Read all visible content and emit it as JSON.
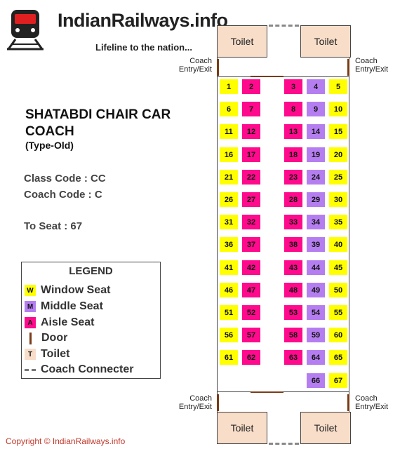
{
  "header": {
    "site_title": "IndianRailways.info",
    "tagline": "Lifeline to the nation..."
  },
  "coach_info": {
    "title_line1": "SHATABDI CHAIR CAR",
    "title_line2": "COACH",
    "type": "(Type-Old)",
    "class_code": "Class Code : CC",
    "coach_code": "Coach Code :  C",
    "to_seat": "To Seat : 67"
  },
  "legend": {
    "title": "LEGEND",
    "items": [
      {
        "symbol": "W",
        "label": "Window Seat",
        "color": "#ffff00"
      },
      {
        "symbol": "M",
        "label": "Middle Seat",
        "color": "#b57ef0"
      },
      {
        "symbol": "A",
        "label": "Aisle Seat",
        "color": "#ff0a8c"
      },
      {
        "symbol": "",
        "label": "Door",
        "color": "#7a3b16"
      },
      {
        "symbol": "T",
        "label": "Toilet",
        "color": "#f8ddc9"
      },
      {
        "symbol": "",
        "label": "Coach Connecter",
        "color": "#777777"
      }
    ]
  },
  "coach": {
    "toilet_label": "Toilet",
    "entry_label_line1": "Coach",
    "entry_label_line2": "Entry/Exit",
    "rows": [
      [
        [
          "1",
          "W"
        ],
        [
          "2",
          "A"
        ],
        [
          "3",
          "A"
        ],
        [
          "4",
          "M"
        ],
        [
          "5",
          "W"
        ]
      ],
      [
        [
          "6",
          "W"
        ],
        [
          "7",
          "A"
        ],
        [
          "8",
          "A"
        ],
        [
          "9",
          "M"
        ],
        [
          "10",
          "W"
        ]
      ],
      [
        [
          "11",
          "W"
        ],
        [
          "12",
          "A"
        ],
        [
          "13",
          "A"
        ],
        [
          "14",
          "M"
        ],
        [
          "15",
          "W"
        ]
      ],
      [
        [
          "16",
          "W"
        ],
        [
          "17",
          "A"
        ],
        [
          "18",
          "A"
        ],
        [
          "19",
          "M"
        ],
        [
          "20",
          "W"
        ]
      ],
      [
        [
          "21",
          "W"
        ],
        [
          "22",
          "A"
        ],
        [
          "23",
          "A"
        ],
        [
          "24",
          "M"
        ],
        [
          "25",
          "W"
        ]
      ],
      [
        [
          "26",
          "W"
        ],
        [
          "27",
          "A"
        ],
        [
          "28",
          "A"
        ],
        [
          "29",
          "M"
        ],
        [
          "30",
          "W"
        ]
      ],
      [
        [
          "31",
          "W"
        ],
        [
          "32",
          "A"
        ],
        [
          "33",
          "A"
        ],
        [
          "34",
          "M"
        ],
        [
          "35",
          "W"
        ]
      ],
      [
        [
          "36",
          "W"
        ],
        [
          "37",
          "A"
        ],
        [
          "38",
          "A"
        ],
        [
          "39",
          "M"
        ],
        [
          "40",
          "W"
        ]
      ],
      [
        [
          "41",
          "W"
        ],
        [
          "42",
          "A"
        ],
        [
          "43",
          "A"
        ],
        [
          "44",
          "M"
        ],
        [
          "45",
          "W"
        ]
      ],
      [
        [
          "46",
          "W"
        ],
        [
          "47",
          "A"
        ],
        [
          "48",
          "A"
        ],
        [
          "49",
          "M"
        ],
        [
          "50",
          "W"
        ]
      ],
      [
        [
          "51",
          "W"
        ],
        [
          "52",
          "A"
        ],
        [
          "53",
          "A"
        ],
        [
          "54",
          "M"
        ],
        [
          "55",
          "W"
        ]
      ],
      [
        [
          "56",
          "W"
        ],
        [
          "57",
          "A"
        ],
        [
          "58",
          "A"
        ],
        [
          "59",
          "M"
        ],
        [
          "60",
          "W"
        ]
      ],
      [
        [
          "61",
          "W"
        ],
        [
          "62",
          "A"
        ],
        [
          "63",
          "A"
        ],
        [
          "64",
          "M"
        ],
        [
          "65",
          "W"
        ]
      ],
      [
        null,
        null,
        null,
        [
          "66",
          "M"
        ],
        [
          "67",
          "W"
        ]
      ]
    ]
  },
  "footer": {
    "copyright": "Copyright © IndianRailways.info"
  }
}
